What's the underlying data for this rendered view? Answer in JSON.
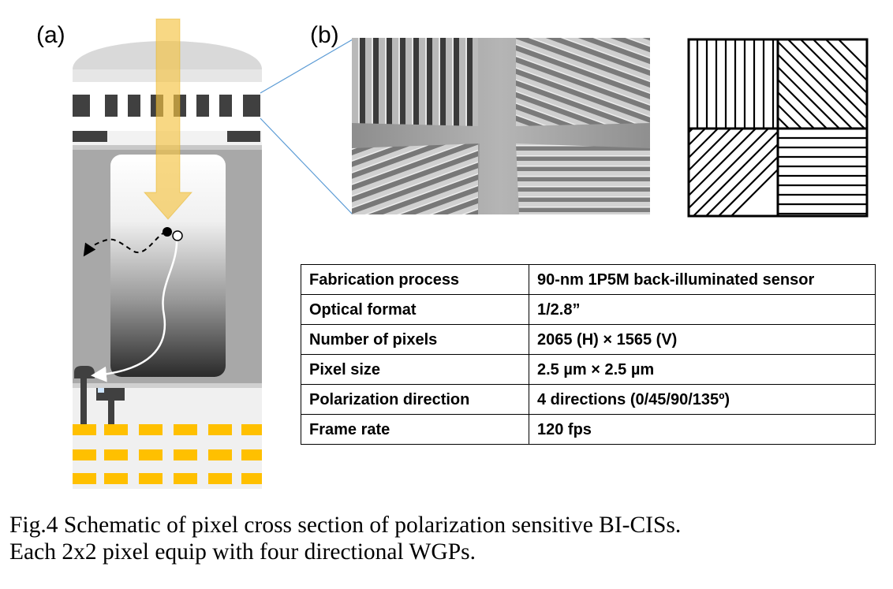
{
  "figure": {
    "panel_a_label": "(a)",
    "panel_b_label": "(b)"
  },
  "spec_table": {
    "rows": [
      {
        "parameter": "Fabrication process",
        "value": "90-nm 1P5M back-illuminated sensor"
      },
      {
        "parameter": "Optical format",
        "value": "1/2.8”"
      },
      {
        "parameter": "Number of pixels",
        "value": "2065 (H) × 1565 (V)"
      },
      {
        "parameter": "Pixel size",
        "value": "2.5 µm × 2.5 µm"
      },
      {
        "parameter": "Polarization direction",
        "value": "4 directions (0/45/90/135º)"
      },
      {
        "parameter": "Frame rate",
        "value": "120 fps"
      }
    ]
  },
  "caption": {
    "line1": "Fig.4 Schematic of pixel cross section of polarization sensitive BI-CISs.",
    "line2": "Each 2x2 pixel equip with four directional WGPs."
  },
  "colors": {
    "light_arrow": "#F5C342",
    "metal_pads": "#FFC000",
    "grid_bars": "#404040",
    "microlens": "#D9D9D9"
  }
}
